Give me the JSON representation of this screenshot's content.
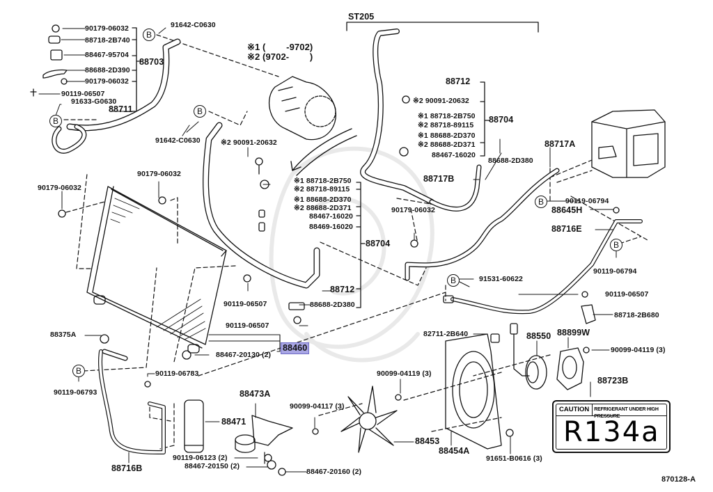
{
  "diagram": {
    "title": "Air conditioner refrigerant piping, condenser, cooler unit parts",
    "highlight_color": "#a9a6e4",
    "reference_code": "870128-A",
    "model_bracket_label": "ST205",
    "notes": {
      "note1": "※1 (        -9702)",
      "note2": "※2 (9702-        )"
    },
    "caution_label": {
      "part_number": "88723B",
      "caution_word": "CAUTION",
      "caution_text": "REFRIGERANT UNDER HIGH PRESSURE",
      "refrigerant": "R134a"
    },
    "callout_marker": "B",
    "labels": [
      {
        "id": "l01",
        "text": "90179-06032"
      },
      {
        "id": "l02",
        "text": "88718-2B740"
      },
      {
        "id": "l03",
        "text": "88467-95704"
      },
      {
        "id": "l04",
        "text": "88688-2D390"
      },
      {
        "id": "l05",
        "text": "90179-06032"
      },
      {
        "id": "l06",
        "text": "90119-06507"
      },
      {
        "id": "l07",
        "text": "91633-G0630"
      },
      {
        "id": "l08",
        "text": "88711"
      },
      {
        "id": "l09",
        "text": "88703"
      },
      {
        "id": "l10",
        "text": "91642-C0630"
      },
      {
        "id": "l11",
        "text": "91642-C0630"
      },
      {
        "id": "l12",
        "text": "※2 90091-20632"
      },
      {
        "id": "l13",
        "text": "90179-06032"
      },
      {
        "id": "l14",
        "text": "90179-06032"
      },
      {
        "id": "l15",
        "text": "※1 88718-2B750"
      },
      {
        "id": "l16",
        "text": "※2 88718-89115"
      },
      {
        "id": "l17",
        "text": "※1 88688-2D370"
      },
      {
        "id": "l18",
        "text": "※2 88688-2D371"
      },
      {
        "id": "l19",
        "text": "88467-16020"
      },
      {
        "id": "l20",
        "text": "88469-16020"
      },
      {
        "id": "l21",
        "text": "88704"
      },
      {
        "id": "l22",
        "text": "88712"
      },
      {
        "id": "l23",
        "text": "90119-06507"
      },
      {
        "id": "l24",
        "text": "88688-2D380"
      },
      {
        "id": "l25",
        "text": "90119-06507"
      },
      {
        "id": "l26",
        "text": "88467-20130 (2)"
      },
      {
        "id": "l27",
        "text": "88460"
      },
      {
        "id": "l28",
        "text": "88712"
      },
      {
        "id": "l29",
        "text": "※2 90091-20632"
      },
      {
        "id": "l30",
        "text": "※1 88718-2B750"
      },
      {
        "id": "l31",
        "text": "※2 88718-89115"
      },
      {
        "id": "l32",
        "text": "※1 88688-2D370"
      },
      {
        "id": "l33",
        "text": "※2 88688-2D371"
      },
      {
        "id": "l34",
        "text": "88467-16020"
      },
      {
        "id": "l35",
        "text": "88704"
      },
      {
        "id": "l36",
        "text": "88688-2D380"
      },
      {
        "id": "l37",
        "text": "88717B"
      },
      {
        "id": "l38",
        "text": "90179-06032"
      },
      {
        "id": "l39",
        "text": "88717A"
      },
      {
        "id": "l40",
        "text": "90119-06794"
      },
      {
        "id": "l41",
        "text": "88645H"
      },
      {
        "id": "l42",
        "text": "88716E"
      },
      {
        "id": "l43",
        "text": "90119-06794"
      },
      {
        "id": "l44",
        "text": "91531-60622"
      },
      {
        "id": "l45",
        "text": "90119-06507"
      },
      {
        "id": "l46",
        "text": "88718-2B680"
      },
      {
        "id": "l47",
        "text": "82711-2B640"
      },
      {
        "id": "l48",
        "text": "88550"
      },
      {
        "id": "l49",
        "text": "88899W"
      },
      {
        "id": "l50",
        "text": "90099-04119 (3)"
      },
      {
        "id": "l51",
        "text": "88375A"
      },
      {
        "id": "l52",
        "text": "90119-06793"
      },
      {
        "id": "l53",
        "text": "90119-06783"
      },
      {
        "id": "l54",
        "text": "88716B"
      },
      {
        "id": "l55",
        "text": "88471"
      },
      {
        "id": "l56",
        "text": "88473A"
      },
      {
        "id": "l57",
        "text": "90119-06123 (2)"
      },
      {
        "id": "l58",
        "text": "88467-20150 (2)"
      },
      {
        "id": "l59",
        "text": "88467-20160 (2)"
      },
      {
        "id": "l60",
        "text": "90099-04117 (3)"
      },
      {
        "id": "l61",
        "text": "90099-04119 (3)"
      },
      {
        "id": "l62",
        "text": "88453"
      },
      {
        "id": "l63",
        "text": "88454A"
      },
      {
        "id": "l64",
        "text": "91651-B0616 (3)"
      }
    ]
  }
}
